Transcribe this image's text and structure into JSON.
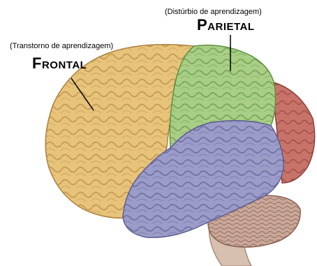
{
  "labels": {
    "frontal": {
      "subtitle": "(Transtorno de aprendizagem)",
      "name": "Frontal"
    },
    "parietal": {
      "subtitle": "(Distúrbio de aprendizagem)",
      "name": "Parietal"
    }
  },
  "colors": {
    "frontal_lobe": "#e8c37a",
    "parietal_lobe": "#a9cf86",
    "temporal_lobe": "#9c9cc8",
    "occipital_lobe": "#c8736a",
    "cerebellum": "#c9a89a",
    "brain_stem": "#d8c0b0",
    "background": "#ffffff",
    "text": "#000000"
  }
}
